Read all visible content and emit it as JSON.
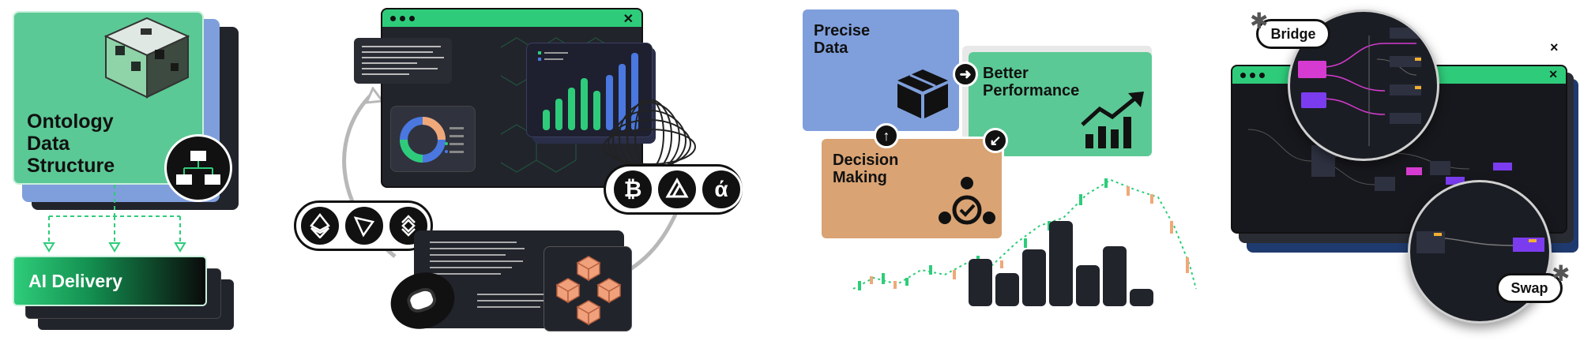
{
  "panel1": {
    "title": "Ontology Data Structure",
    "delivery": "AI Delivery"
  },
  "panel3": {
    "card_precise": "Precise Data",
    "card_performance": "Better Performance",
    "card_decision": "Decision Making"
  },
  "panel4": {
    "bridge": "Bridge",
    "swap": "Swap",
    "close_glyph": "×"
  },
  "panel2": {
    "coin_btc": "₿",
    "coin_a": "ά"
  },
  "colors": {
    "green": "#2ecc7a",
    "mint": "#5bc995",
    "blue": "#7f9fdc",
    "orange": "#d9a373",
    "dark": "#1f2129",
    "magenta": "#d63bd1",
    "purple": "#7b3cf0"
  }
}
